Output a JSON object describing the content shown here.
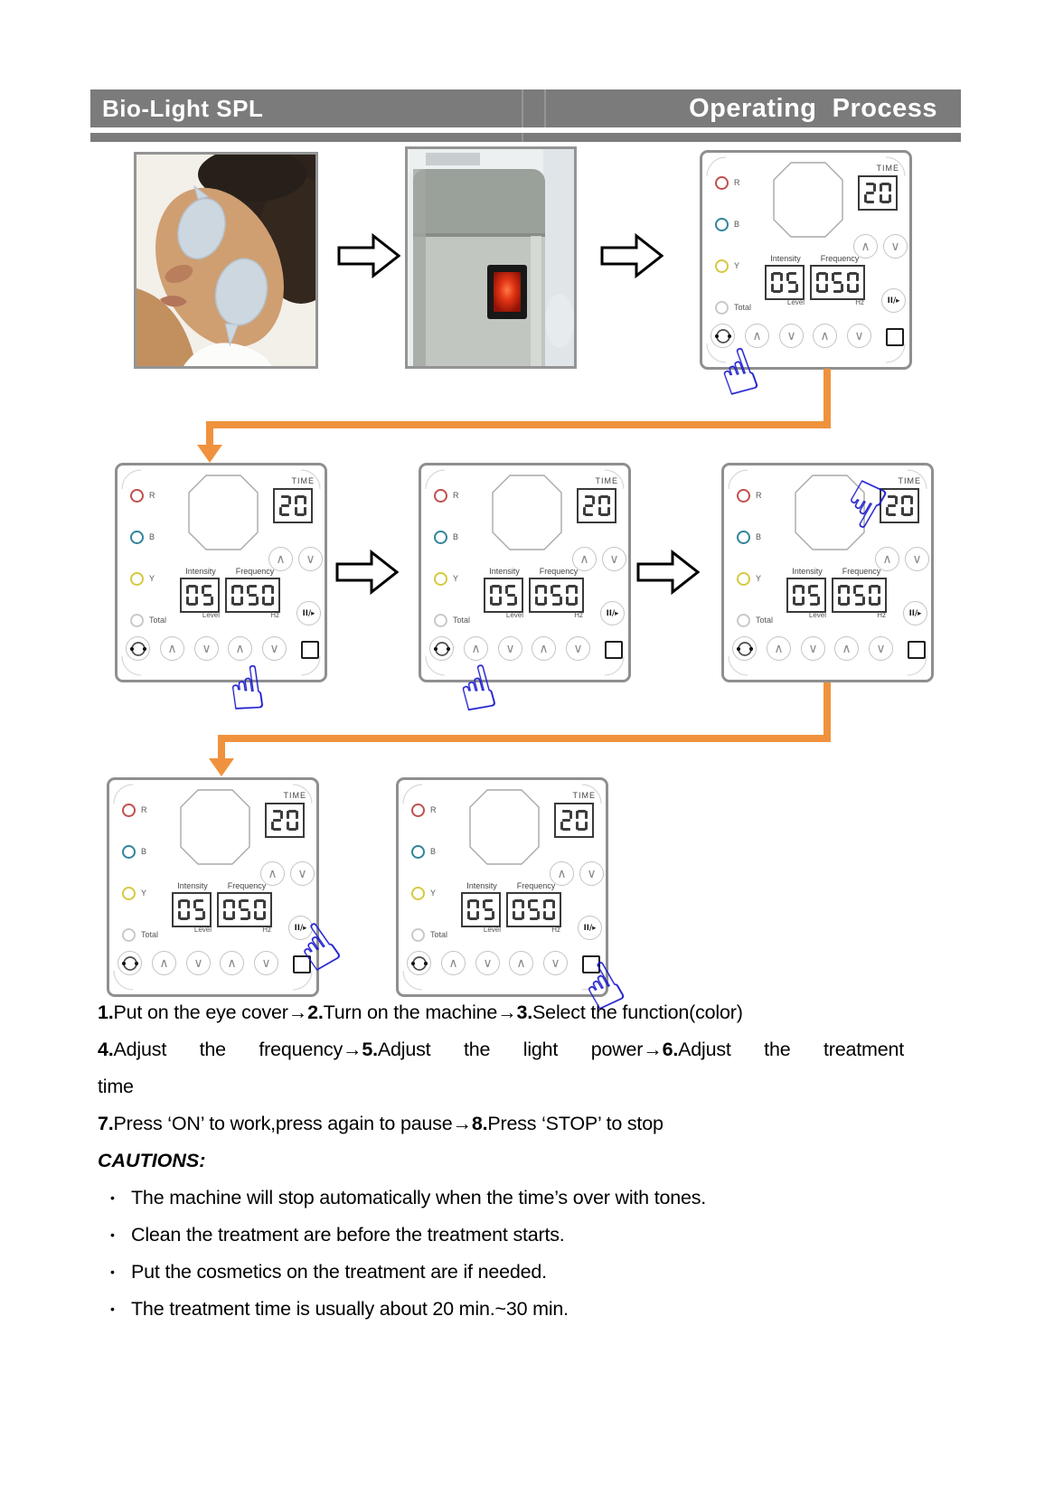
{
  "header": {
    "left_title": "Bio-Light SPL",
    "right_title": "Operating  Process"
  },
  "icons": {
    "pointing_hand": "☝",
    "up_chevron": "∧",
    "down_chevron": "∨"
  },
  "colors": {
    "header_gray": "#7b7b7b",
    "connector_orange": "#f0923d",
    "hand_blue": "#1c1ccf",
    "power_switch_red": "#d83214"
  },
  "panel_labels": {
    "indicators": [
      {
        "label": "R",
        "color": "#c0504d"
      },
      {
        "label": "B",
        "color": "#31849b"
      },
      {
        "label": "Y",
        "color": "#d6c93e"
      },
      {
        "label": "Total",
        "color": "#c9c9c9"
      }
    ],
    "time": "TIME",
    "intensity": "Intensity",
    "frequency": "Frequency",
    "level": "Level",
    "hz": "Hz",
    "play_pause": "II/▸"
  },
  "panels": [
    {
      "time": "20",
      "intensity": "05",
      "frequency": "050"
    },
    {
      "time": "20",
      "intensity": "05",
      "frequency": "050"
    },
    {
      "time": "20",
      "intensity": "05",
      "frequency": "050"
    },
    {
      "time": "20",
      "intensity": "05",
      "frequency": "050"
    },
    {
      "time": "20",
      "intensity": "05",
      "frequency": "050"
    },
    {
      "time": "20",
      "intensity": "05",
      "frequency": "050"
    }
  ],
  "instructions": [
    {
      "tokens": [
        [
          "b",
          "1."
        ],
        [
          "t",
          "Put on the eye cover"
        ],
        [
          "a",
          "→"
        ],
        [
          "b",
          "2."
        ],
        [
          "t",
          "Turn on the machine"
        ],
        [
          "a",
          "→"
        ],
        [
          "b",
          "3."
        ],
        [
          "t",
          "Select the function(color)"
        ]
      ]
    },
    {
      "justify": true,
      "tokens": [
        [
          "b",
          "4."
        ],
        [
          "t",
          "Adjust the frequency"
        ],
        [
          "a",
          "→"
        ],
        [
          "b",
          "5."
        ],
        [
          "t",
          "Adjust the light power"
        ],
        [
          "a",
          "→"
        ],
        [
          "b",
          "6."
        ],
        [
          "t",
          "Adjust the treatment"
        ]
      ]
    },
    {
      "tokens": [
        [
          "t",
          "time"
        ]
      ]
    },
    {
      "tokens": [
        [
          "b",
          "7."
        ],
        [
          "t",
          "Press ‘ON’ to work,press again to pause"
        ],
        [
          "a",
          "→"
        ],
        [
          "b",
          "8."
        ],
        [
          "t",
          "Press ‘STOP’ to stop"
        ]
      ]
    }
  ],
  "cautions": {
    "title": "CAUTIONS:",
    "bullet": "•",
    "items": [
      "The machine will stop automatically when the time’s over with tones.",
      "Clean the treatment are before the treatment starts.",
      "Put the cosmetics on the treatment are if needed.",
      "The treatment time is usually about 20 min.~30 min."
    ]
  }
}
